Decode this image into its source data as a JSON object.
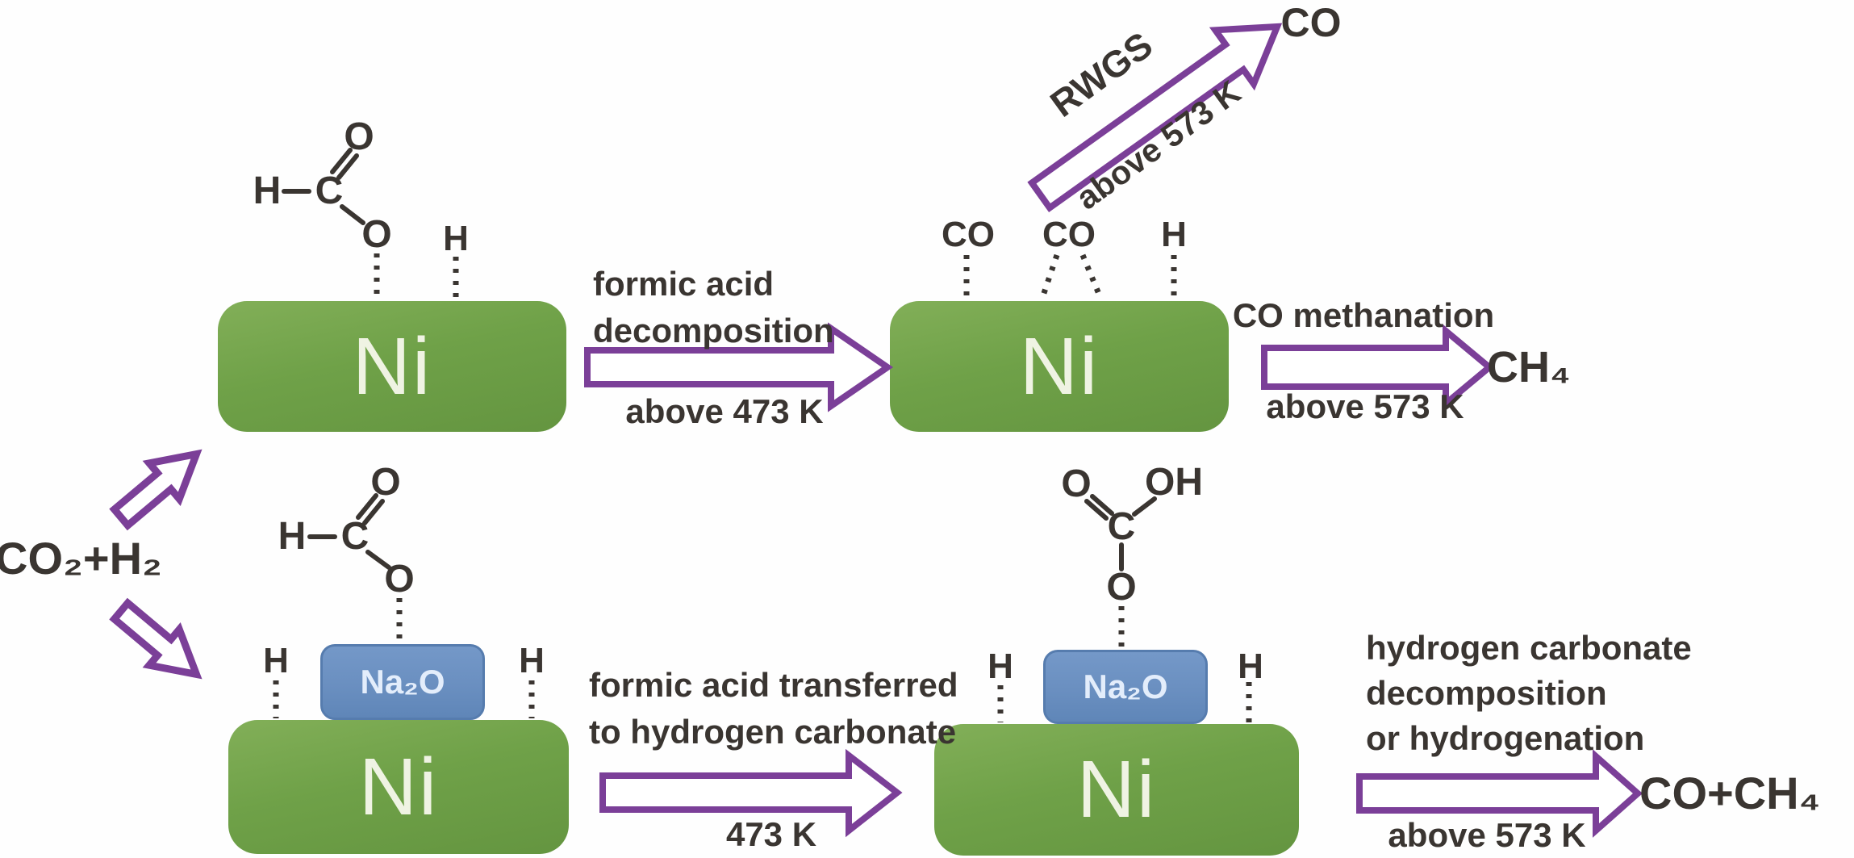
{
  "palette": {
    "arrow_purple": "#7b3f98",
    "ni_green_top": "#82af58",
    "ni_green_bottom": "#649540",
    "na2o_blue": "#6a8fc0",
    "text_dark": "#3a3531"
  },
  "reactant_label": "CO₂+H₂",
  "surface": {
    "ni_label": "Ni",
    "na2o_label": "Na₂O"
  },
  "atoms": {
    "O": "O",
    "C": "C",
    "H": "H",
    "OH": "OH",
    "CO": "CO"
  },
  "steps": {
    "formic_decomposition": {
      "caption_line1": "formic acid",
      "caption_line2": "decomposition",
      "condition": "above 473 K"
    },
    "rwgs": {
      "caption": "RWGS",
      "condition": "above 573 K",
      "product": "CO"
    },
    "co_methanation": {
      "caption": "CO methanation",
      "condition": "above 573 K",
      "product": "CH₄"
    },
    "formic_transfer": {
      "caption_line1": "formic acid transferred",
      "caption_line2": "to hydrogen carbonate",
      "condition": "473 K"
    },
    "hydrogen_carbonate": {
      "caption_line1": "hydrogen carbonate",
      "caption_line2": "decomposition",
      "caption_line3": "or hydrogenation",
      "condition": "above 573 K",
      "product": "CO+CH₄"
    }
  }
}
